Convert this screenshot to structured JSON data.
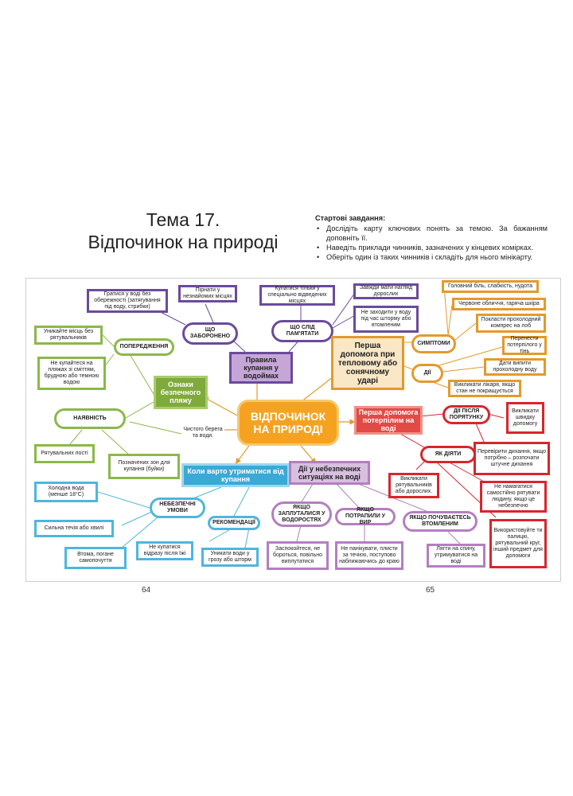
{
  "header": {
    "title_line1": "Тема 17.",
    "title_line2": "Відпочинок на природі"
  },
  "tasks": {
    "heading": "Стартові завдання:",
    "items": [
      "Дослідіть карту ключових понять за темою. За бажанням доповніть її.",
      "Наведіть приклади чинників, зазначених у кінцевих комірках.",
      "Оберіть один із таких чинників і складіть для нього мінікарту."
    ]
  },
  "map": {
    "center": "ВІДПОЧИНОК НА ПРИРОДІ",
    "rules": {
      "title": "Правила купання у водоймах",
      "forbidden": "ЩО ЗАБОРОНЕНО",
      "remember": "ЩО СЛІД ПАМ'ЯТАТИ",
      "items": [
        "Гратися у воді без обережності (затягування під воду, стрибки)",
        "Пірнати у незнайомих місцях",
        "Купатися тільки у спеціально відведених місцях",
        "Завжди мати нагляд дорослих",
        "Не заходити у воду під час шторму або втомленим"
      ]
    },
    "heat": {
      "title": "Перша допомога при тепловому або сонячному ударі",
      "symptoms": "СИМПТОМИ",
      "actions": "ДІЇ",
      "items": [
        "Головний біль, слабкість, нудота",
        "Червоне обличчя, гаряча шкіра",
        "Покласти прохолодний компрес на лоб",
        "Перенести потерпілого у тінь",
        "Дати випити прохолодну воду",
        "Викликати лікаря, якщо стан не покращується"
      ]
    },
    "beach": {
      "title": "Ознаки безпечного пляжу",
      "warnings": "ПОПЕРЕДЖЕННЯ",
      "presence": "НАЯВНІСТЬ",
      "items": [
        "Уникайте місць без рятувальників",
        "Не купайтеся на пляжах зі сміттям, брудною або темною водою",
        "Чистого берега та води.",
        "Рятувальних пості",
        "Позначених зон для купання (буйки)"
      ]
    },
    "drowning": {
      "title": "Перша допомога потерпілим на воді",
      "after": "ДІЇ ПІСЛЯ ПОРЯТУНКУ",
      "how": "ЯК ДІЯТИ",
      "items": [
        "Викликати швидку допомогу",
        "Перевірити дихання, якщо потрібно – розпочати штучне дихання",
        "Викликати рятувальників або дорослих.",
        "Не намагатися самостійно рятувати людину, якщо це небезпечно",
        "Використовуйте ти палицю, рятувальний круг, інший предмет для допомоги"
      ]
    },
    "abstain": {
      "title": "Коли варто утриматися від купання",
      "dangerous": "НЕБЕЗПЕЧНІ УМОВИ",
      "recommendations": "РЕКОМЕНДАЦІЇ",
      "items": [
        "Холодна вода (менше 18°C)",
        "Сильна течія або хвилі",
        "Втома, погане самопочуття",
        "Не купатися відразу після їжі",
        "Уникати води у грозу або шторм"
      ]
    },
    "danger": {
      "title": "Дії у небезпечних ситуаціях на воді",
      "algae": "ЯКЩО ЗАПЛУТАЛИСЯ У ВОДОРОСТЯХ",
      "whirlpool": "ЯКЩО ПОТРАПИЛИ У ВИР",
      "tired": "ЯКЩО ПОЧУВАЄТЕСЬ ВТОМЛЕНИМ",
      "items": [
        "Заспокойтеся, не бороться, повільно виплутатися",
        "Не панікувати, плисти за течією, поступово наближаючись до краю",
        "Лягти на спину, утримуватися на воді"
      ]
    },
    "colors": {
      "purple": "#6a4b9c",
      "orange": "#e39a2b",
      "green": "#8cb84a",
      "blue": "#4eb6dd",
      "red": "#d7262d",
      "lilac": "#b37fc0"
    }
  },
  "pages": {
    "left": "64",
    "right": "65"
  }
}
